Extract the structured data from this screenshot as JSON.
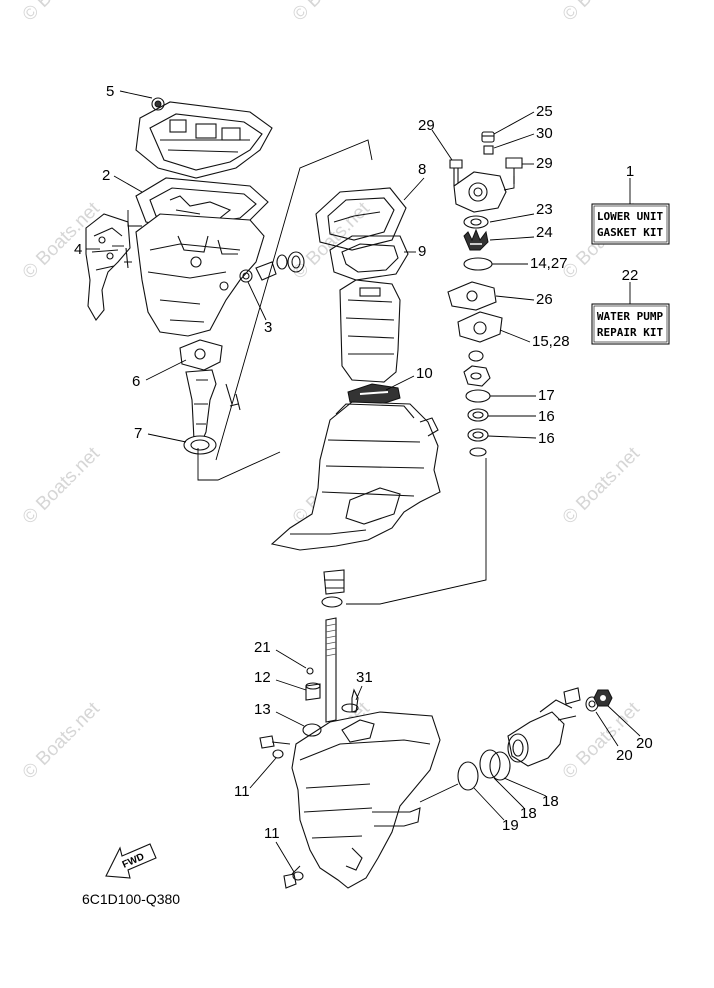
{
  "diagram_code": "6C1D100-Q380",
  "watermark_text": "© Boats.net",
  "kits": [
    {
      "ref": "1",
      "line1": "LOWER UNIT",
      "line2": "GASKET KIT"
    },
    {
      "ref": "22",
      "line1": "WATER PUMP",
      "line2": "REPAIR KIT"
    }
  ],
  "fwd_label": "FWD",
  "callouts": [
    "5",
    "2",
    "4",
    "3",
    "6",
    "7",
    "29",
    "25",
    "30",
    "29",
    "8",
    "9",
    "23",
    "24",
    "14,27",
    "26",
    "15,28",
    "10",
    "17",
    "16",
    "16",
    "21",
    "12",
    "31",
    "13",
    "11",
    "11",
    "20",
    "20",
    "18",
    "18",
    "19"
  ]
}
